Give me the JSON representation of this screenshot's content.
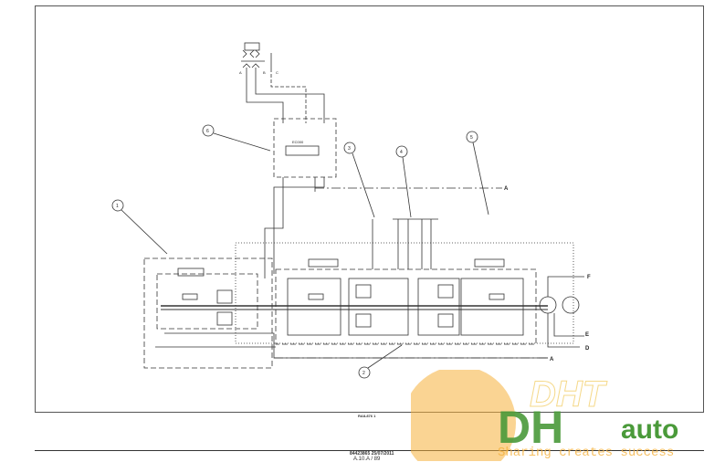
{
  "callouts": [
    "1",
    "2",
    "3",
    "4",
    "5",
    "6"
  ],
  "ports": {
    "A": "A",
    "B": "B",
    "C": "C",
    "D": "D",
    "E": "E",
    "F": "F"
  },
  "valve_label": "EC000",
  "figure_id": "RAIL876   1",
  "footer": {
    "doc_number": "84423865 25/07/2011",
    "page_ref": "A.10.A / 89"
  },
  "watermark": {
    "brand": "DHT",
    "brand2": "auto",
    "tagline": "Sharing creates success",
    "green": "#4a9a3a",
    "blue": "#3a5fa0",
    "orange": "#f5b03a"
  }
}
